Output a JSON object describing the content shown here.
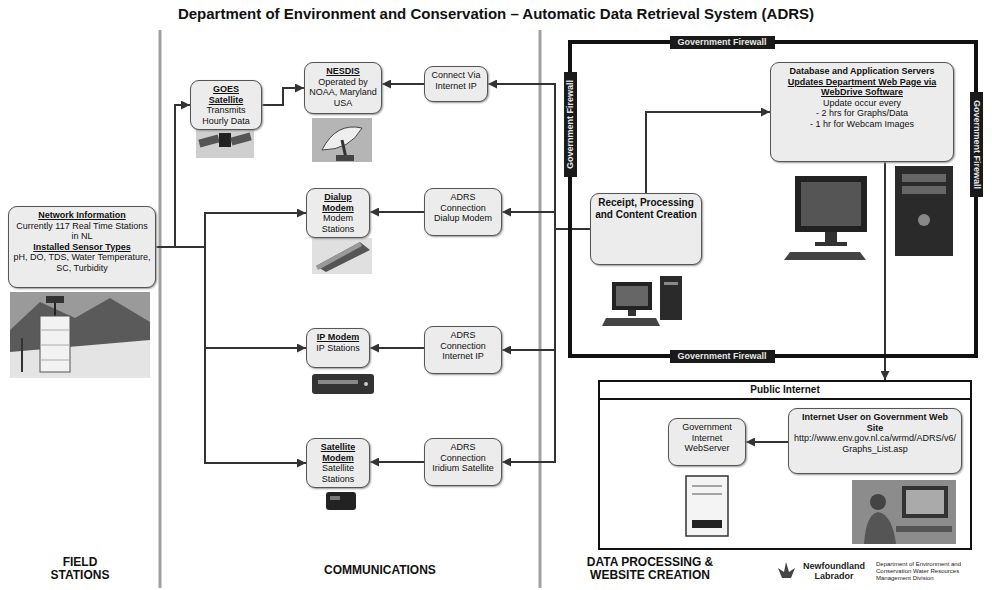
{
  "diagram": {
    "title": "Department of Environment and Conservation – Automatic Data Retrieval System (ADRS)",
    "nodes": [
      {
        "text": [
          "Network Information",
          "Currently 117 Real Time Stations in NL",
          "Installed Sensor Types",
          "pH, DO, TDS, Water Temperature, SC, Turbidity"
        ]
      },
      {
        "text": [
          "GOES Satellite",
          "Transmits Hourly Data"
        ]
      },
      {
        "text": [
          "NESDIS",
          "Operated by NOAA, Maryland USA"
        ]
      },
      {
        "text": [
          "Connect Via Internet IP"
        ]
      },
      {
        "text": [
          "Dialup Modem",
          "Modem Stations"
        ]
      },
      {
        "text": [
          "ADRS Connection Dialup Modem"
        ]
      },
      {
        "text": [
          "IP Modem",
          "IP Stations"
        ]
      },
      {
        "text": [
          "ADRS Connection Internet IP"
        ]
      },
      {
        "text": [
          "Satellite Modem",
          "Satellite Stations"
        ]
      },
      {
        "text": [
          "ADRS Connection Iridium Satellite"
        ]
      },
      {
        "text": [
          "Government Firewall",
          "Government Firewall",
          "Government Firewall",
          "Government Firewall"
        ]
      },
      {
        "text": [
          "Receipt, Processing and Content Creation"
        ],
        "in": 10
      },
      {
        "text": [
          "Database and Application Servers",
          "Updates Department Web Page via WebDrive Software",
          "Update occur every",
          "- 2 hrs for Graphs/Data",
          "- 1 hr for Webcam Images"
        ],
        "in": 10
      },
      {
        "text": [
          "Public Internet"
        ]
      },
      {
        "text": [
          "Government Internet WebServer"
        ],
        "in": 13
      },
      {
        "text": [
          "Internet User on Government Web Site",
          "http://www.env.gov.nl.ca/wrmd/ADRS/v6/Graphs_List.asp"
        ],
        "in": 13
      }
    ],
    "edges": [
      {
        "from": 0,
        "to": 1,
        "arrow": "to"
      },
      {
        "from": 1,
        "to": 2,
        "arrow": "to"
      },
      {
        "from": 3,
        "to": 2,
        "arrow": "to"
      },
      {
        "from": 11,
        "to": 3,
        "arrow": "to"
      },
      {
        "from": 0,
        "to": 4,
        "arrow": "to"
      },
      {
        "from": 5,
        "to": 4,
        "arrow": "to"
      },
      {
        "from": 11,
        "to": 5,
        "arrow": "to"
      },
      {
        "from": 0,
        "to": 6,
        "arrow": "to"
      },
      {
        "from": 7,
        "to": 6,
        "arrow": "to"
      },
      {
        "from": 11,
        "to": 7,
        "arrow": "to"
      },
      {
        "from": 0,
        "to": 8,
        "arrow": "to"
      },
      {
        "from": 9,
        "to": 8,
        "arrow": "to"
      },
      {
        "from": 11,
        "to": 9,
        "arrow": "to"
      },
      {
        "from": 11,
        "to": 12,
        "arrow": "to"
      },
      {
        "from": 12,
        "to": 13,
        "arrow": "to"
      },
      {
        "from": 15,
        "to": 14,
        "arrow": "to"
      }
    ],
    "labels": [
      "FIELD STATIONS",
      "COMMUNICATIONS",
      "DATA PROCESSING & WEBSITE CREATION",
      "Newfoundland Labrador",
      "Department of Environment and Conservation Water Resources Management Division"
    ]
  }
}
